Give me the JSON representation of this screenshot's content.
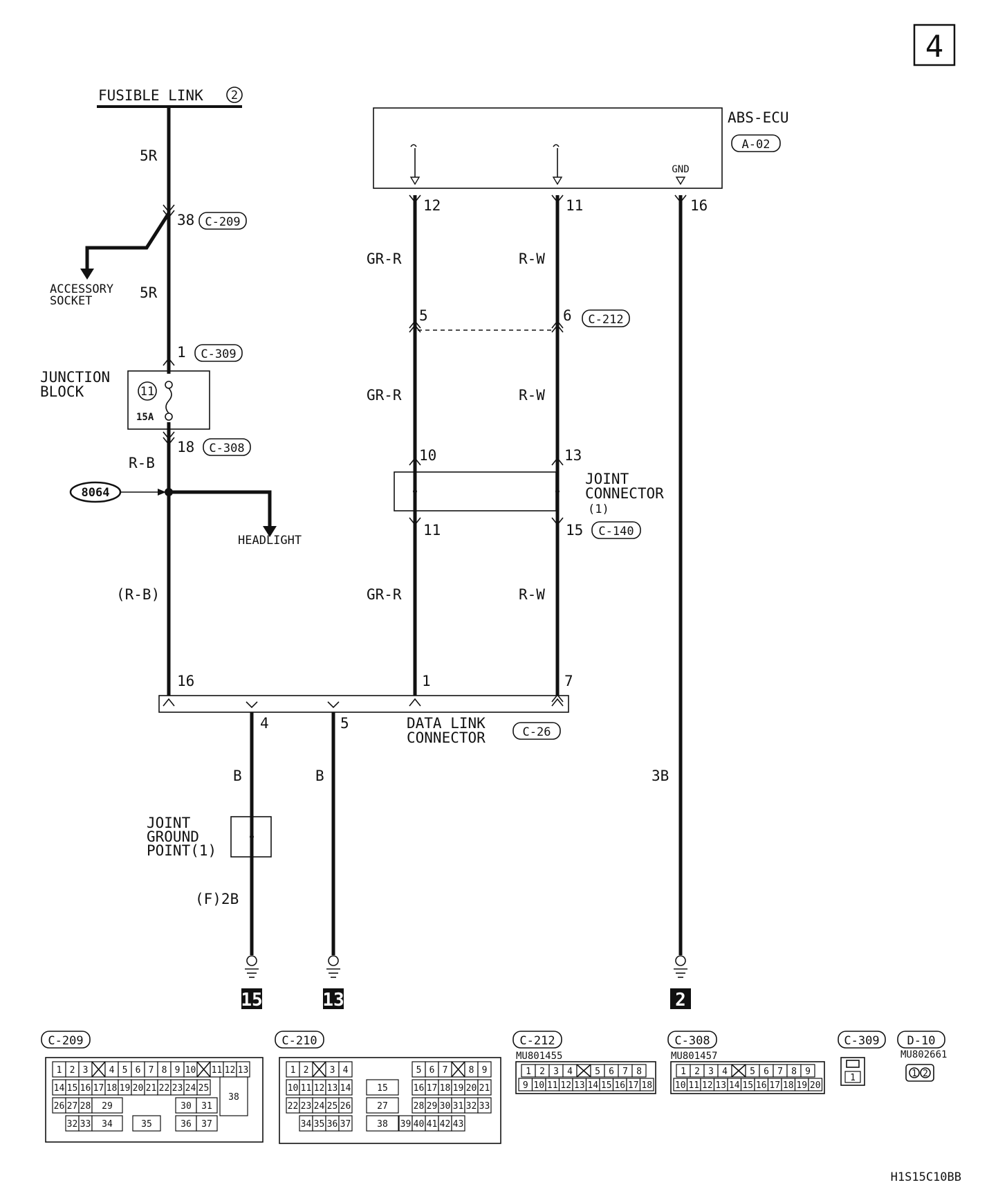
{
  "page_number": "4",
  "diagram_code": "H1S15C10BB",
  "fusible_link": {
    "label": "FUSIBLE LINK",
    "number": "2"
  },
  "abs_ecu": {
    "label": "ABS-ECU",
    "connector": "A-02",
    "gnd_label": "GND"
  },
  "accessory_socket": {
    "line1": "ACCESSORY",
    "line2": "SOCKET"
  },
  "junction_block": {
    "line1": "JUNCTION",
    "line2": "BLOCK",
    "fuse_number": "11",
    "fuse_rating": "15A"
  },
  "headlight_label": "HEADLIGHT",
  "splice": "8064",
  "joint_connector": {
    "line1": "JOINT",
    "line2": "CONNECTOR",
    "line3": "(1)",
    "connector": "C-140"
  },
  "data_link_connector": {
    "line1": "DATA LINK",
    "line2": "CONNECTOR",
    "connector": "C-26"
  },
  "joint_ground_point": {
    "line1": "JOINT",
    "line2": "GROUND",
    "line3": "POINT(1)"
  },
  "wires": {
    "w5r_top": "5R",
    "w5r_mid": "5R",
    "rb": "R-B",
    "rb_paren": "(R-B)",
    "grr_1": "GR-R",
    "grr_2": "GR-R",
    "grr_3": "GR-R",
    "rw_1": "R-W",
    "rw_2": "R-W",
    "rw_3": "R-W",
    "b_1": "B",
    "b_2": "B",
    "f2b": "(F)2B",
    "b3": "3B"
  },
  "pins": {
    "c209_38": "38",
    "c309_1": "1",
    "c308_18": "18",
    "ecu_12": "12",
    "ecu_11": "11",
    "ecu_16": "16",
    "c212_5": "5",
    "c212_6": "6",
    "jc_10": "10",
    "jc_13": "13",
    "jc_11": "11",
    "jc_15": "15",
    "dlc_16": "16",
    "dlc_1": "1",
    "dlc_7": "7",
    "dlc_4": "4",
    "dlc_5": "5"
  },
  "connector_tags": {
    "c209": "C-209",
    "c309": "C-309",
    "c308": "C-308",
    "c212": "C-212"
  },
  "grounds": [
    "15",
    "13",
    "2"
  ],
  "connector_views": [
    {
      "name": "C-209",
      "part": ""
    },
    {
      "name": "C-210",
      "part": ""
    },
    {
      "name": "C-212",
      "part": "MU801455"
    },
    {
      "name": "C-308",
      "part": "MU801457"
    },
    {
      "name": "C-309",
      "part": ""
    },
    {
      "name": "D-10",
      "part": "MU802661"
    }
  ],
  "c209_pins": {
    "row1": [
      "1",
      "2",
      "3",
      "",
      "4",
      "5",
      "6",
      "7",
      "8",
      "9",
      "10",
      "",
      "11",
      "12",
      "13"
    ],
    "row2": [
      "14",
      "15",
      "16",
      "17",
      "18",
      "19",
      "20",
      "21",
      "22",
      "23",
      "24",
      "25"
    ],
    "row3": [
      "26",
      "27",
      "28",
      "29",
      "30",
      "31"
    ],
    "row4": [
      "32",
      "33",
      "34",
      "35",
      "36",
      "37"
    ],
    "big": "38"
  },
  "c210_pins": {
    "row1a": [
      "1",
      "2",
      "",
      "3",
      "4"
    ],
    "row1b": [
      "5",
      "6",
      "7",
      "",
      "8",
      "9"
    ],
    "row2a": [
      "10",
      "11",
      "12",
      "13",
      "14"
    ],
    "row2mid": "15",
    "row2b": [
      "16",
      "17",
      "18",
      "19",
      "20",
      "21"
    ],
    "row3a": [
      "22",
      "23",
      "24",
      "25",
      "26"
    ],
    "row3mid": "27",
    "row3b": [
      "28",
      "29",
      "30",
      "31",
      "32",
      "33"
    ],
    "row4a": [
      "34",
      "35",
      "36",
      "37"
    ],
    "row4mid": "38",
    "row4b": [
      "39",
      "40",
      "41",
      "42",
      "43"
    ]
  },
  "c212_pins": {
    "top": [
      "1",
      "2",
      "3",
      "4",
      "",
      "5",
      "6",
      "7",
      "8"
    ],
    "bottom": [
      "9",
      "10",
      "11",
      "12",
      "13",
      "14",
      "15",
      "16",
      "17",
      "18"
    ]
  },
  "c308_pins": {
    "top": [
      "1",
      "2",
      "3",
      "4",
      "",
      "5",
      "6",
      "7",
      "8",
      "9"
    ],
    "bottom": [
      "10",
      "11",
      "12",
      "13",
      "14",
      "15",
      "16",
      "17",
      "18",
      "19",
      "20"
    ]
  },
  "c309_pins": [
    "1"
  ],
  "d10_pins": [
    "1",
    "2"
  ]
}
